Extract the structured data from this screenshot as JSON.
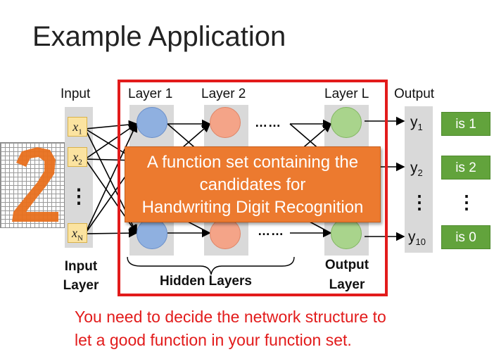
{
  "title": "Example Application",
  "labels": {
    "input": "Input",
    "layer1": "Layer 1",
    "layer2": "Layer 2",
    "layerL": "Layer L",
    "output": "Output",
    "dots_h": "……",
    "dots_v": "⋮",
    "input_layer": [
      "Input",
      "Layer"
    ],
    "hidden_layers": "Hidden Layers",
    "output_layer": [
      "Output",
      "Layer"
    ]
  },
  "inputs": [
    {
      "var": "x",
      "sub": "1"
    },
    {
      "var": "x",
      "sub": "2"
    },
    {
      "var": "x",
      "sub": "N"
    }
  ],
  "outputs": [
    {
      "var": "y",
      "sub": "1",
      "result": "is 1"
    },
    {
      "var": "y",
      "sub": "2",
      "result": "is 2"
    },
    {
      "var": "y",
      "sub": "10",
      "result": "is 0"
    }
  ],
  "overlay_lines": [
    "A function set containing the",
    "candidates for",
    "Handwriting Digit Recognition"
  ],
  "note_lines": [
    "You need to decide the network structure to",
    "let a good function in your function set."
  ],
  "colors": {
    "frame": "#e21b1b",
    "overlay": "#ec7a2f",
    "result_button": "#62a33c",
    "layer1_neuron": "#8fb0e0",
    "layer2_neuron": "#f4a488",
    "layerL_neuron": "#a9d48c",
    "input_box": "#fbe3a0",
    "digit": "#e8701e"
  }
}
